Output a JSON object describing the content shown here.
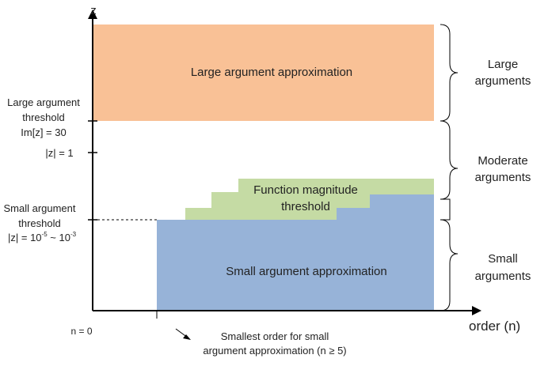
{
  "axes": {
    "z_label": "z",
    "order_label": "order (n)",
    "origin_label": "n = 0"
  },
  "y_ticks": {
    "large_threshold": [
      "Large argument",
      "threshold",
      "Im[z] = 30"
    ],
    "unit": "|z| = 1",
    "small_threshold_line1": "Small argument",
    "small_threshold_line2": "threshold",
    "small_threshold_base": "|z| = 10",
    "small_threshold_exp1": "-5",
    "small_threshold_sep": " ~ 10",
    "small_threshold_exp2": "-3"
  },
  "regions": {
    "large": "Large argument approximation",
    "function_magnitude": [
      "Function magnitude",
      "threshold"
    ],
    "small": "Small argument approximation"
  },
  "x_annotation": [
    "Smallest order for small",
    "argument approximation (n ≥ 5)"
  ],
  "braces": {
    "large": [
      "Large",
      "arguments"
    ],
    "moderate": [
      "Moderate",
      "arguments"
    ],
    "small": [
      "Small",
      "arguments"
    ]
  },
  "colors": {
    "large_region": "#f9c196",
    "function_threshold_region": "#c5dba4",
    "small_region": "#97b3d8",
    "axis": "#000000",
    "text": "#222222"
  }
}
